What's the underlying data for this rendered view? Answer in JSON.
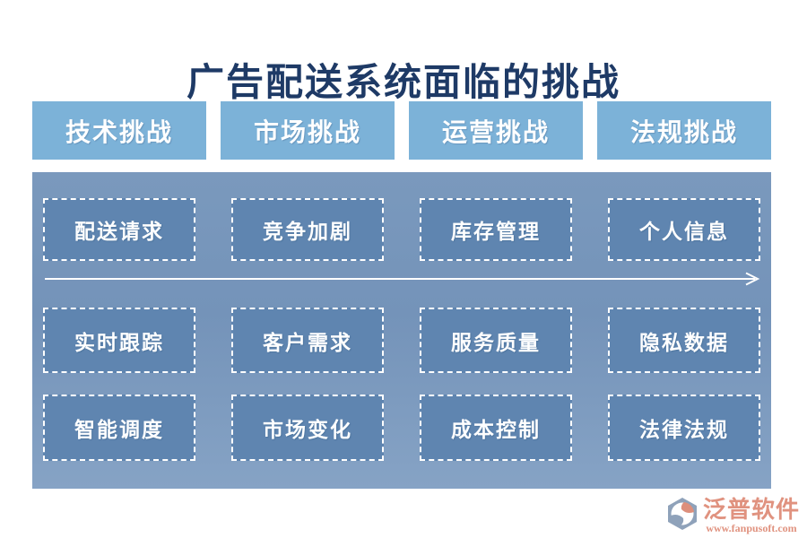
{
  "page": {
    "title": "广告配送系统面临的挑战"
  },
  "columns": [
    {
      "header": "技术挑战",
      "items": [
        "配送请求",
        "实时跟踪",
        "智能调度"
      ]
    },
    {
      "header": "市场挑战",
      "items": [
        "竞争加剧",
        "客户需求",
        "市场变化"
      ]
    },
    {
      "header": "运营挑战",
      "items": [
        "库存管理",
        "服务质量",
        "成本控制"
      ]
    },
    {
      "header": "法规挑战",
      "items": [
        "个人信息",
        "隐私数据",
        "法律法规"
      ]
    }
  ],
  "footer": {
    "brand": "泛普软件",
    "url": "www.fanpusoft.com"
  },
  "colors": {
    "title_text": "#1e3a66",
    "header_bg": "#7cb2d8",
    "header_text": "#ffffff",
    "panel_bg": "#7998bc",
    "cell_bg": "#5f85b0",
    "cell_border": "#ffffff",
    "cell_text": "#ffffff",
    "arrow": "#ffffff",
    "brand_text": "#e0927f",
    "logo_salmon": "#dd8f7c",
    "logo_gray_blue": "#8fa2ba"
  },
  "icons": {
    "flow_arrow": "right-arrow",
    "logo": "fanpu-hexagon-logo"
  }
}
